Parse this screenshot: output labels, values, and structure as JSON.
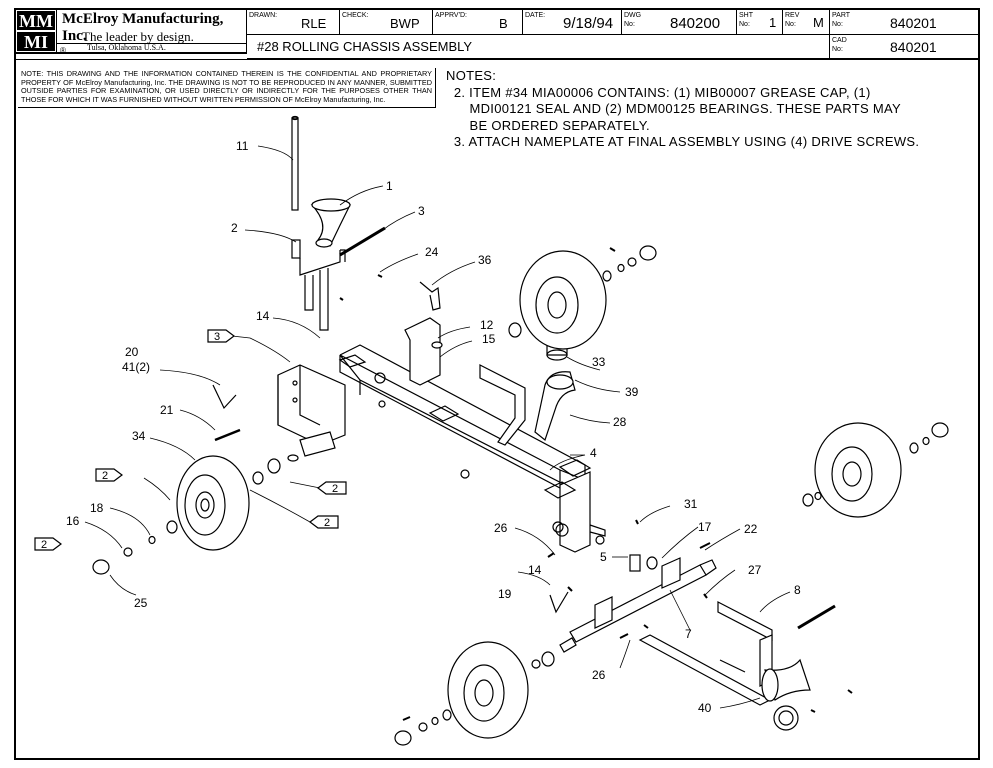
{
  "company": {
    "name": "McElroy Manufacturing, Inc.",
    "slogan": "The leader by design.",
    "address": "Tulsa, Oklahoma U.S.A.",
    "registered_mark": "®",
    "logo_top": "MM",
    "logo_bottom": "MI"
  },
  "title_block": {
    "drawn_label": "DRAWN:",
    "drawn": "RLE",
    "check_label": "CHECK:",
    "check": "BWP",
    "apprvd_label": "APPRV'D:",
    "apprvd": "B",
    "date_label": "DATE:",
    "date": "9/18/94",
    "dwg_label_1": "DWG",
    "dwg_label_2": "No:",
    "dwg": "840200",
    "sht_label_1": "SHT",
    "sht_label_2": "No:",
    "sht": "1",
    "rev_label_1": "REV",
    "rev_label_2": "No:",
    "rev": "M",
    "part_label_1": "PART",
    "part_label_2": "No:",
    "part": "840201",
    "cad_label_1": "CAD",
    "cad_label_2": "No:",
    "cad": "840201",
    "title": "#28 ROLLING CHASSIS ASSEMBLY"
  },
  "notice": "NOTE: THIS DRAWING AND THE INFORMATION CONTAINED THEREIN IS THE CONFIDENTIAL AND PROPRIETARY PROPERTY OF McElroy Manufacturing, Inc. THE DRAWING IS NOT TO BE REPRODUCED IN ANY MANNER, SUBMITTED OUTSIDE PARTIES FOR EXAMINATION, OR USED DIRECTLY OR INDIRECTLY FOR THE PURPOSES OTHER THAN THOSE FOR WHICH IT WAS FURNISHED WITHOUT WRITTEN PERMISSION OF McElroy Manufacturing, Inc.",
  "notes": {
    "heading": "NOTES:",
    "lines": [
      "  2. ITEM #34 MIA00006 CONTAINS: (1) MIB00007 GREASE CAP, (1)",
      "      MDI00121 SEAL AND (2) MDM00125 BEARINGS. THESE PARTS MAY",
      "      BE ORDERED SEPARATELY.",
      "  3. ATTACH NAMEPLATE AT FINAL ASSEMBLY USING (4) DRIVE SCREWS."
    ]
  },
  "callouts": {
    "c1": "1",
    "c2": "2",
    "c3": "3",
    "c4": "4",
    "c5": "5",
    "c7": "7",
    "c8": "8",
    "c11": "11",
    "c12": "12",
    "c14a": "14",
    "c14b": "14",
    "c15": "15",
    "c16": "16",
    "c17": "17",
    "c18": "18",
    "c19": "19",
    "c20": "20",
    "c41": "41(2)",
    "c21": "21",
    "c22": "22",
    "c24": "24",
    "c25": "25",
    "c26a": "26",
    "c26b": "26",
    "c27": "27",
    "c28": "28",
    "c31": "31",
    "c33": "33",
    "c34": "34",
    "c36": "36",
    "c39": "39",
    "c40": "40"
  },
  "flags": {
    "f3": "3",
    "f2a": "2",
    "f2b": "2",
    "f2c": "2",
    "f2d": "2"
  }
}
